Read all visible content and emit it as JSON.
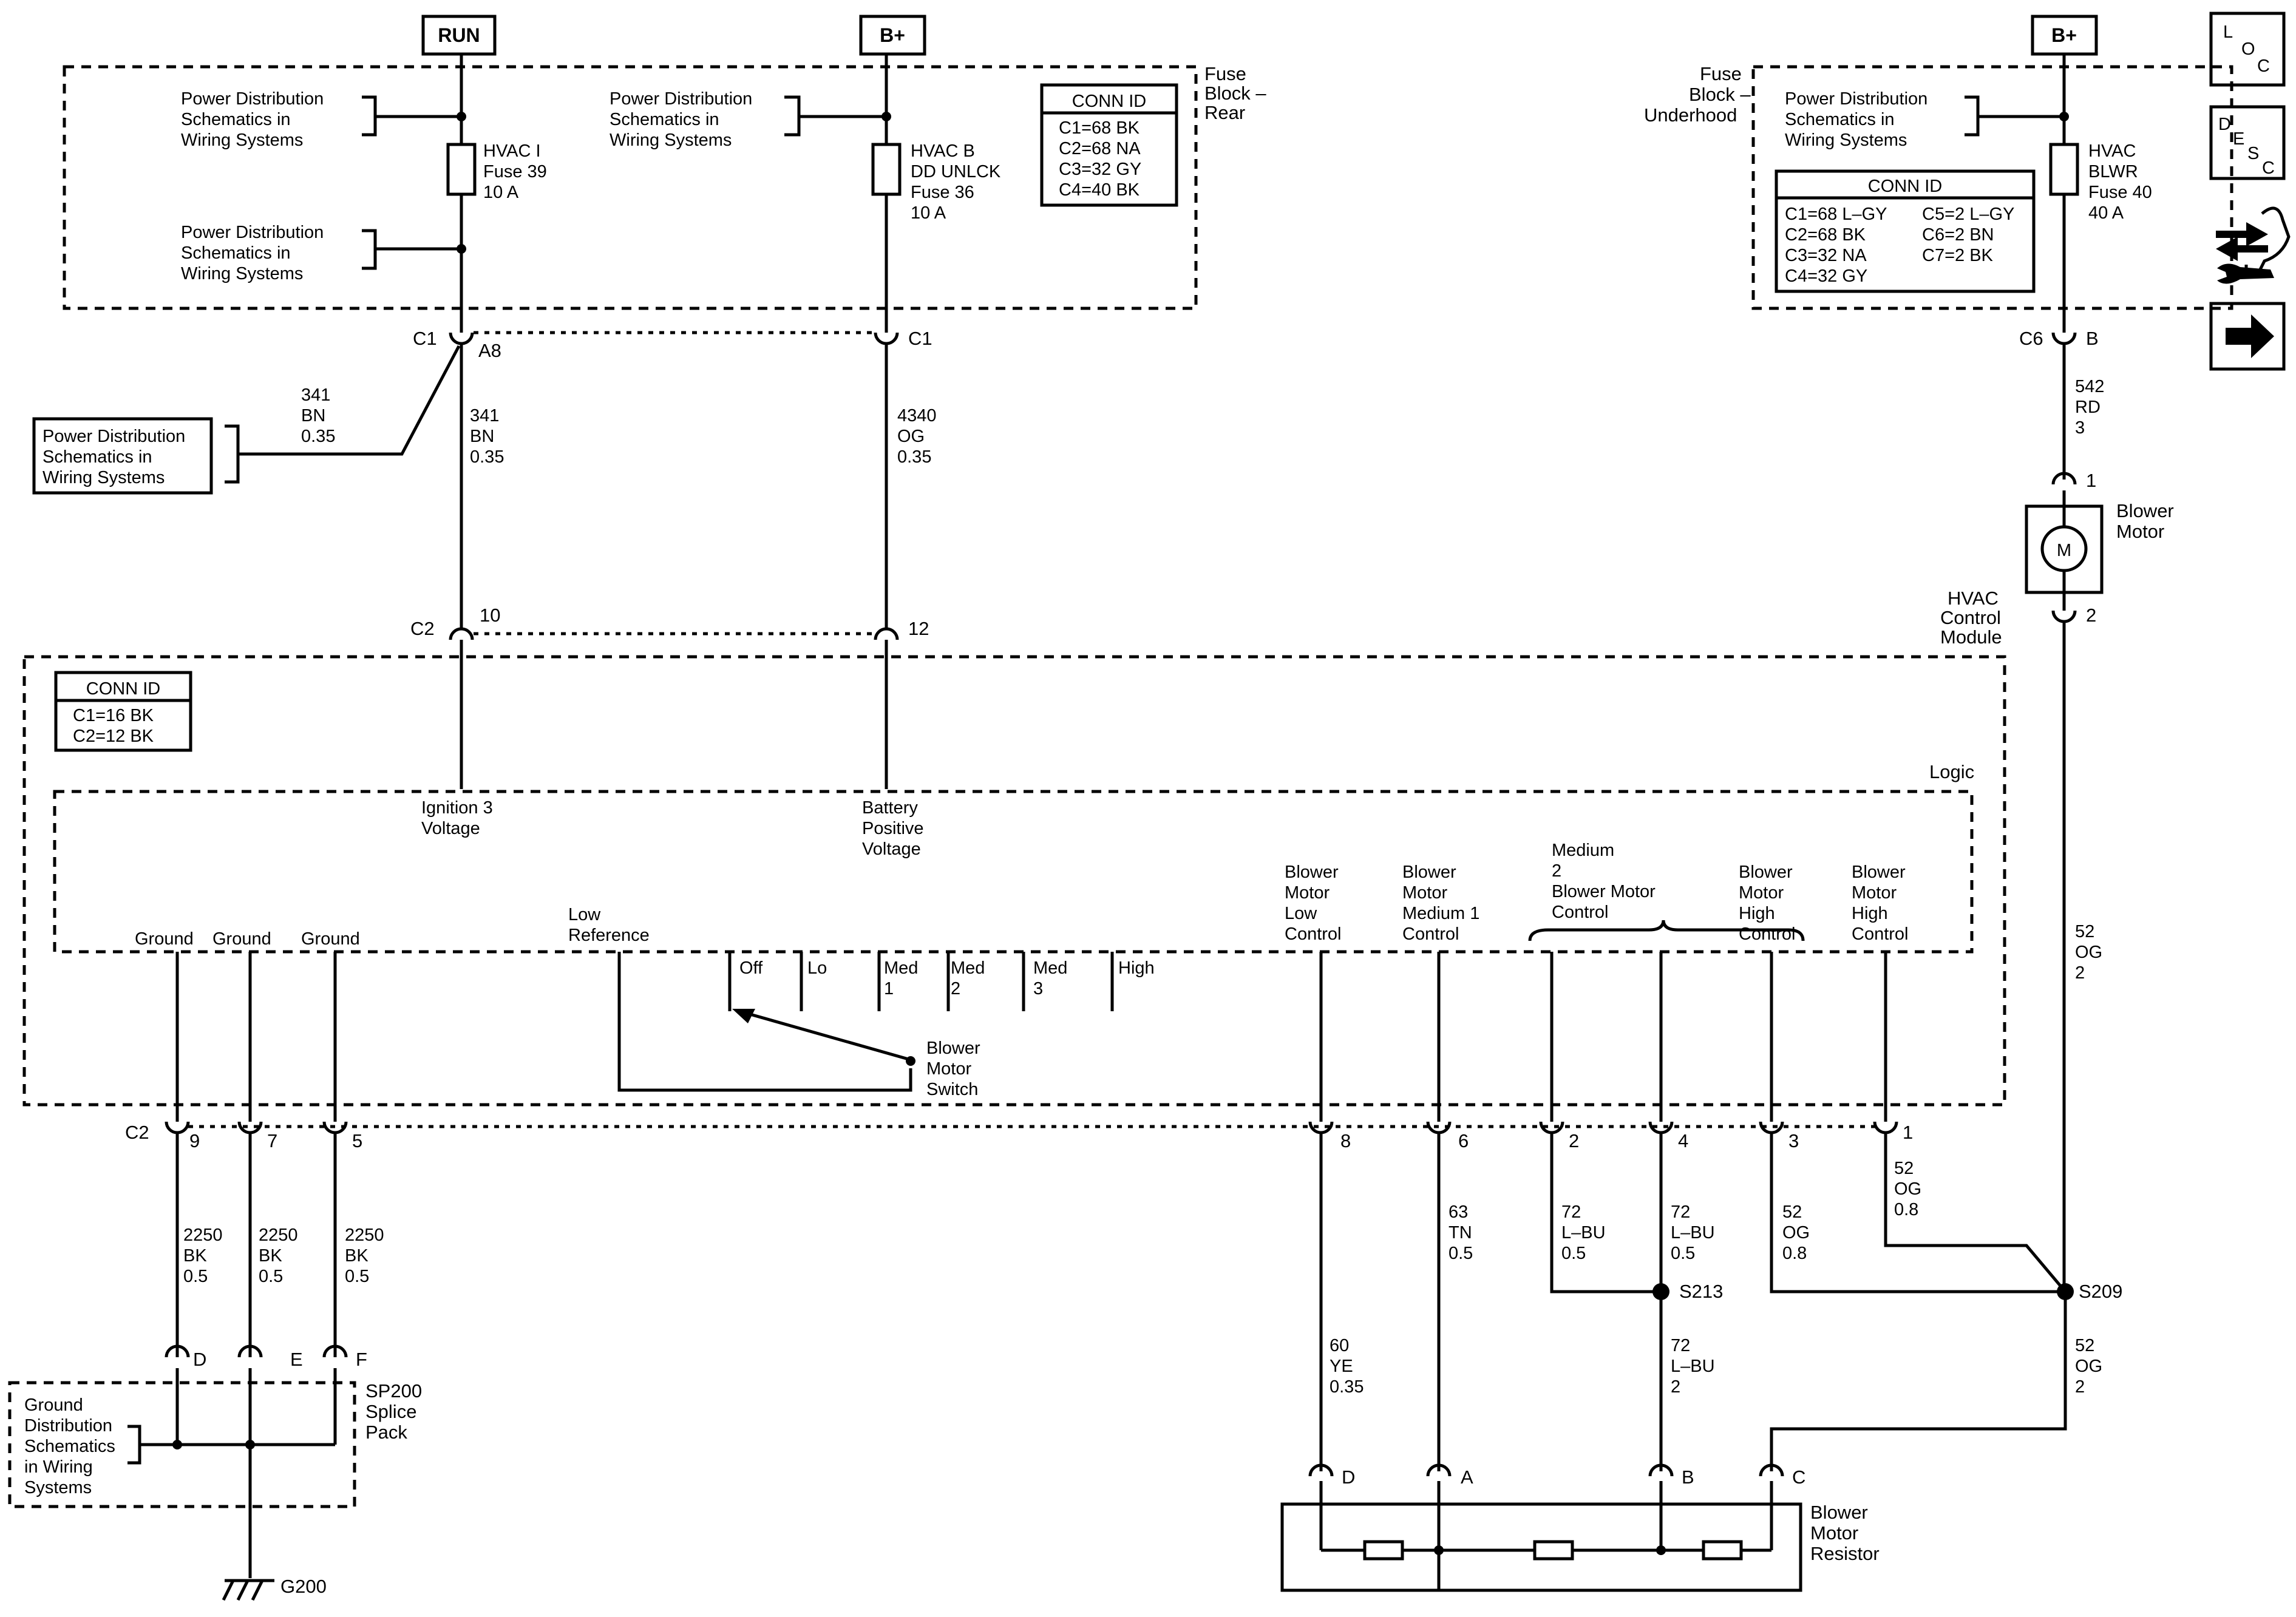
{
  "supplies": {
    "run": "RUN",
    "bplus_rear": "B+",
    "bplus_under": "B+"
  },
  "fuse_block_rear": {
    "title": [
      "Fuse",
      "Block –",
      "Rear"
    ],
    "pd_ref": [
      "Power Distribution",
      "Schematics in",
      "Wiring Systems"
    ],
    "fuse_hvac_i": [
      "HVAC I",
      "Fuse 39",
      "10 A"
    ],
    "fuse_hvac_b": [
      "HVAC B",
      "DD UNLCK",
      "Fuse 36",
      "10 A"
    ],
    "conn_id": {
      "title": "CONN ID",
      "rows": [
        "C1=68 BK",
        "C2=68 NA",
        "C3=32 GY",
        "C4=40 BK"
      ]
    }
  },
  "fuse_block_underhood": {
    "title": [
      "Fuse",
      "Block –",
      "Underhood"
    ],
    "pd_ref": [
      "Power Distribution",
      "Schematics in",
      "Wiring Systems"
    ],
    "fuse_hvac_blwr": [
      "HVAC",
      "BLWR",
      "Fuse 40",
      "40 A"
    ],
    "conn_id": {
      "title": "CONN ID",
      "left": [
        "C1=68 L–GY",
        "C2=68  BK",
        "C3=32 NA",
        "C4=32 GY"
      ],
      "right": [
        "C5=2 L–GY",
        "C6=2 BN",
        "C7=2 BK"
      ]
    }
  },
  "connectors": {
    "c1": "C1",
    "a8": "A8",
    "c1_right": "C1",
    "c2": "C2",
    "pin10": "10",
    "pin12": "12",
    "c6": "C6",
    "pinB": "B",
    "motor_pin1": "1",
    "motor_pin2": "2",
    "c2_bottom": "C2",
    "bottom_pins": [
      "9",
      "7",
      "5",
      "8",
      "6",
      "2",
      "4",
      "3",
      "1"
    ],
    "splice_pins": [
      "D",
      "E",
      "F"
    ],
    "resistor_pins": [
      "D",
      "A",
      "B",
      "C"
    ]
  },
  "wires": {
    "w341_left": [
      "341",
      "BN",
      "0.35"
    ],
    "w341_mid": [
      "341",
      "BN",
      "0.35"
    ],
    "w4340": [
      "4340",
      "OG",
      "0.35"
    ],
    "w542": [
      "542",
      "RD",
      "3"
    ],
    "w52_right": [
      "52",
      "OG",
      "2"
    ],
    "w2250_a": [
      "2250",
      "BK",
      "0.5"
    ],
    "w2250_b": [
      "2250",
      "BK",
      "0.5"
    ],
    "w2250_c": [
      "2250",
      "BK",
      "0.5"
    ],
    "w63": [
      "63",
      "TN",
      "0.5"
    ],
    "w72_a": [
      "72",
      "L–BU",
      "0.5"
    ],
    "w72_b": [
      "72",
      "L–BU",
      "0.5"
    ],
    "w52_a": [
      "52",
      "OG",
      "0.8"
    ],
    "w52_b": [
      "52",
      "OG",
      "0.8"
    ],
    "w60": [
      "60",
      "YE",
      "0.35"
    ],
    "w72_c": [
      "72",
      "L–BU",
      "2"
    ],
    "w52_c": [
      "52",
      "OG",
      "2"
    ]
  },
  "splices": {
    "s213": "S213",
    "s209": "S209"
  },
  "module": {
    "title": [
      "HVAC",
      "Control",
      "Module"
    ],
    "logic": "Logic",
    "conn_id": {
      "title": "CONN ID",
      "rows": [
        "C1=16 BK",
        "C2=12 BK"
      ]
    },
    "ign_voltage": [
      "Ignition 3",
      "Voltage"
    ],
    "batt_voltage": [
      "Battery",
      "Positive",
      "Voltage"
    ],
    "grounds": [
      "Ground",
      "Ground",
      "Ground"
    ],
    "low_reference": [
      "Low",
      "Reference"
    ],
    "switch_positions": [
      [
        "Off"
      ],
      [
        "Lo"
      ],
      [
        "Med",
        "1"
      ],
      [
        "Med",
        "2"
      ],
      [
        "Med",
        "3"
      ],
      [
        "High"
      ]
    ],
    "switch_label": [
      "Blower",
      "Motor",
      "Switch"
    ],
    "ctrl_low": [
      "Blower",
      "Motor",
      "Low",
      "Control"
    ],
    "ctrl_med1": [
      "Blower",
      "Motor",
      "Medium 1",
      "Control"
    ],
    "ctrl_med2": [
      "Medium",
      "2",
      "Blower Motor",
      "Control"
    ],
    "ctrl_high_a": [
      "Blower",
      "Motor",
      "High",
      "Control"
    ],
    "ctrl_high_b": [
      "Blower",
      "Motor",
      "High",
      "Control"
    ]
  },
  "motor": {
    "label": [
      "Blower",
      "Motor"
    ],
    "symbol": "M"
  },
  "splice_pack": {
    "label": [
      "SP200",
      "Splice",
      "Pack"
    ],
    "gd_ref": [
      "Ground",
      "Distribution",
      "Schematics",
      "in Wiring",
      "Systems"
    ]
  },
  "ground": "G200",
  "resistor": {
    "label": [
      "Blower",
      "Motor",
      "Resistor"
    ]
  },
  "side_icons": {
    "loc": [
      "L",
      "O",
      "C"
    ],
    "desc": [
      "D",
      "E",
      "S",
      "C"
    ],
    "connector_icon": "connector-wrench-icon",
    "next_icon": "arrow-right-icon"
  }
}
